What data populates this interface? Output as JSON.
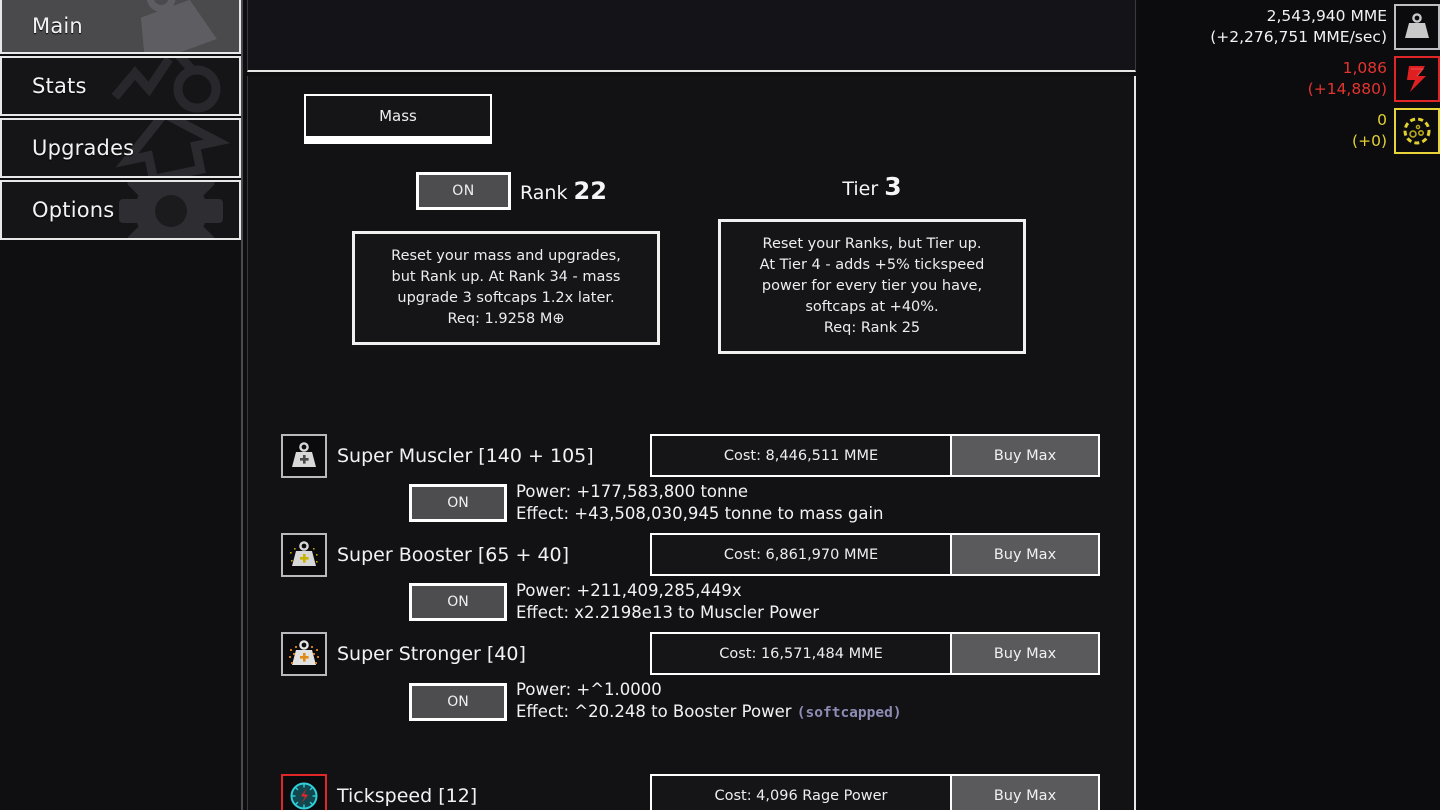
{
  "sidebar": {
    "items": [
      {
        "label": "Main",
        "icon": "weight-icon",
        "active": true
      },
      {
        "label": "Stats",
        "icon": "stats-chart-icon",
        "active": false
      },
      {
        "label": "Upgrades",
        "icon": "up-arrow-icon",
        "active": false
      },
      {
        "label": "Options",
        "icon": "gear-icon",
        "active": false
      }
    ]
  },
  "main": {
    "subtabs": [
      {
        "label": "Mass",
        "active": true
      }
    ],
    "rank": {
      "toggle_label": "ON",
      "label": "Rank",
      "value": "22",
      "description": "Reset your mass and upgrades,\nbut Rank up. At Rank 34 - mass\nupgrade 3 softcaps 1.2x later.\nReq: 1.9258 M⊕"
    },
    "tier": {
      "label": "Tier",
      "value": "3",
      "description": "Reset your Ranks, but Tier up.\nAt Tier 4 - adds +5% tickspeed\npower for every tier you have,\nsoftcaps at +40%.\nReq: Rank 25"
    },
    "upgrades": [
      {
        "icon": "weight-plus-icon",
        "title": "Super Muscler [140 + 105]",
        "cost": "Cost: 8,446,511 MME",
        "buy_max": "Buy Max",
        "toggle_label": "ON",
        "power": "Power: +177,583,800 tonne",
        "effect": "Effect: +43,508,030,945 tonne to mass gain",
        "softcapped": ""
      },
      {
        "icon": "weight-sparkle-icon",
        "title": "Super Booster [65 + 40]",
        "cost": "Cost: 6,861,970 MME",
        "buy_max": "Buy Max",
        "toggle_label": "ON",
        "power": "Power: +211,409,285,449x",
        "effect": "Effect: x2.2198e13 to Muscler Power",
        "softcapped": ""
      },
      {
        "icon": "weight-orange-icon",
        "title": "Super Stronger [40]",
        "cost": "Cost: 16,571,484 MME",
        "buy_max": "Buy Max",
        "toggle_label": "ON",
        "power": "Power: +^1.0000",
        "effect": "Effect: ^20.248 to Booster Power ",
        "softcapped": "(softcapped)"
      },
      {
        "icon": "speedometer-icon",
        "title": "Tickspeed [12]",
        "cost": "Cost: 4,096 Rage Power",
        "buy_max": "Buy Max",
        "toggle_label": "",
        "power": "",
        "effect": "",
        "softcapped": ""
      }
    ]
  },
  "resources": [
    {
      "amount": "2,543,940 MME",
      "rate": "(+2,276,751 MME/sec)",
      "icon": "weight-icon",
      "color": "#f2f2f2",
      "border": "#bdbdc2"
    },
    {
      "amount": "1,086",
      "rate": "(+14,880)",
      "icon": "lightning-bolt-icon",
      "color": "#e3342f",
      "border": "#e02626"
    },
    {
      "amount": "0",
      "rate": "(+0)",
      "icon": "dashed-circle-icon",
      "color": "#e2d030",
      "border": "#e8d33a"
    }
  ]
}
